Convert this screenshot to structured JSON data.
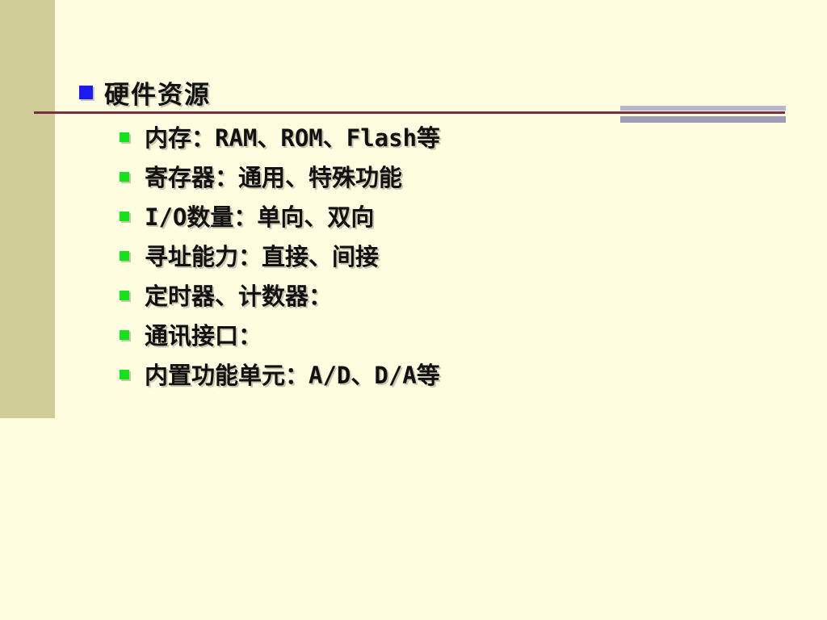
{
  "colors": {
    "background": "#fffde0",
    "sidebar": "#cfcc98",
    "title_bullet": "#1c1cf2",
    "item_bullet": "#16e21a",
    "divider": "#7a2e45"
  },
  "slide": {
    "title": "硬件资源",
    "items": [
      {
        "text": "内存：RAM、ROM、Flash等"
      },
      {
        "text": "寄存器：通用、特殊功能"
      },
      {
        "text": "I/O数量：单向、双向"
      },
      {
        "text": "寻址能力：直接、间接"
      },
      {
        "text": "定时器、计数器："
      },
      {
        "text": "通讯接口："
      },
      {
        "text": "内置功能单元：A/D、D/A等"
      }
    ]
  }
}
